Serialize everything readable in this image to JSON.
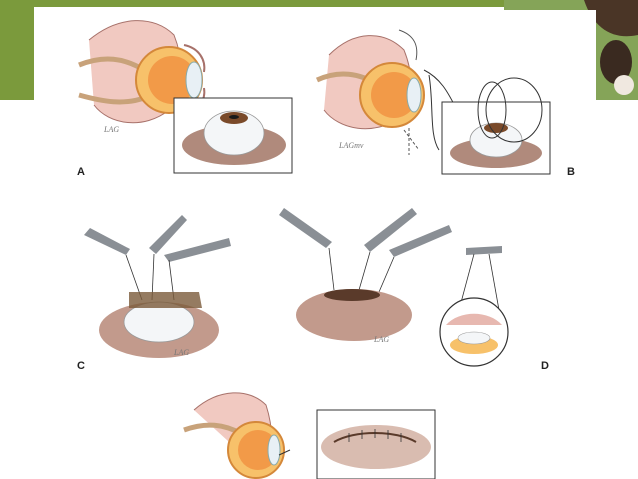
{
  "figure": {
    "panels": [
      {
        "label": "A"
      },
      {
        "label": "B"
      },
      {
        "label": "C"
      },
      {
        "label": "D"
      }
    ],
    "colors": {
      "slide_green": "#7b9a3c",
      "iris": "#e48a3a",
      "eyelid_skin": "#e7b8b0",
      "fur": "#9a7a6a",
      "instrument": "#8a8f95"
    }
  }
}
